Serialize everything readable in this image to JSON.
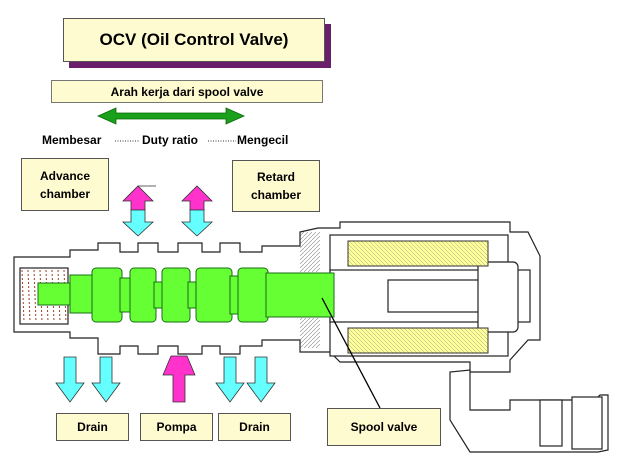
{
  "title": "OCV (Oil Control Valve)",
  "subtitle": "Arah kerja dari  spool valve",
  "scale": {
    "left": "Membesar",
    "center": "Duty ratio",
    "right": "Mengecil"
  },
  "advance": "Advance\nchamber",
  "retard": "Retard\nchamber",
  "drain_left": "Drain",
  "pompa": "Pompa",
  "drain_right": "Drain",
  "spool_valve": "Spool valve",
  "colors": {
    "spool_green": "#66ff33",
    "arrow_cyan": "#66ffff",
    "arrow_magenta": "#ff33cc",
    "direction_arrow": "#1aa01a",
    "label_fill": "#fffbd0",
    "shadow_purple": "#6a1f6a",
    "coil_yellow": "#ffff99"
  }
}
